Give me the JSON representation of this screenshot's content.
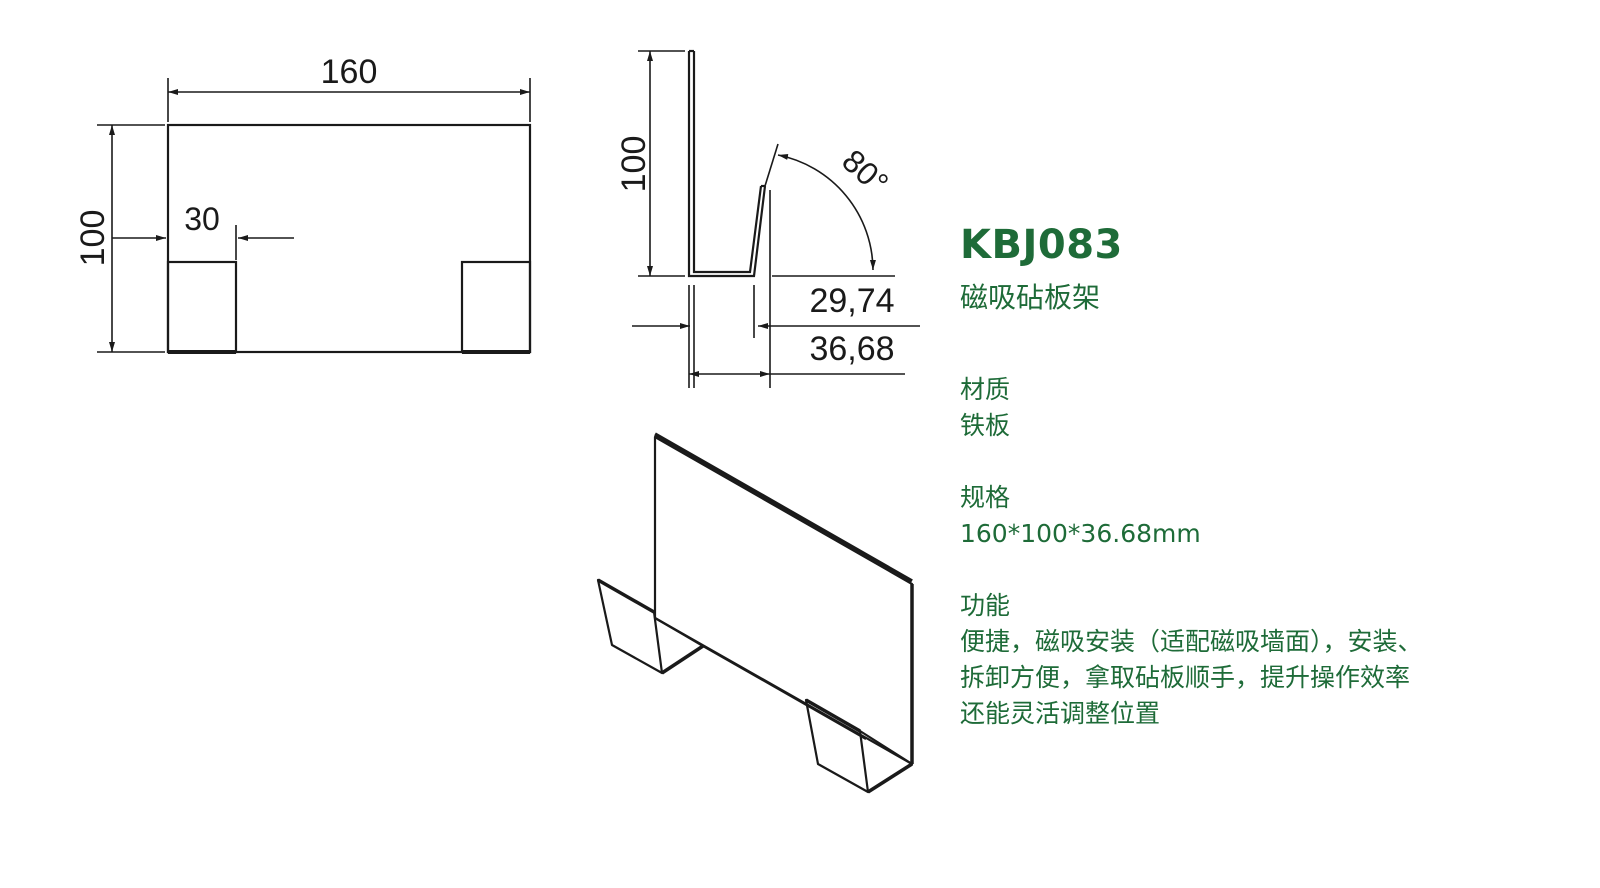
{
  "product": {
    "code": "KBJ083",
    "name": "磁吸砧板架"
  },
  "specs": {
    "material_label": "材质",
    "material_value": "铁板",
    "size_label": "规格",
    "size_value": "160*100*36.68mm",
    "function_label": "功能",
    "function_lines": [
      "便捷，磁吸安装（适配磁吸墙面），安装、",
      "拆卸方便，拿取砧板顺手，提升操作效率",
      "还能灵活调整位置"
    ]
  },
  "front_view": {
    "width_dim": "160",
    "height_dim": "100",
    "foot_dim": "30"
  },
  "side_view": {
    "height_dim": "100",
    "angle_dim": "80°",
    "inner_dim": "29,74",
    "outer_dim": "36,68"
  },
  "colors": {
    "accent": "#1e6b38",
    "line": "#1a1a1a"
  }
}
